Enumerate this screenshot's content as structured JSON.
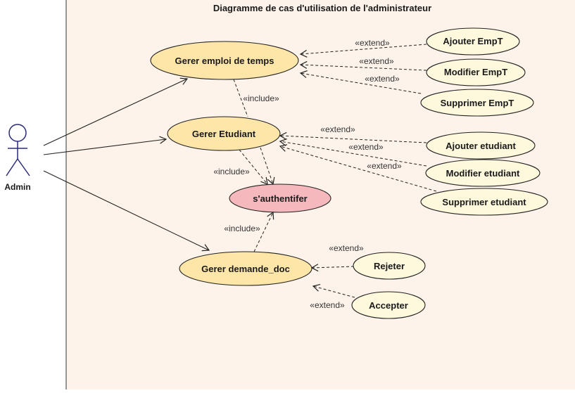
{
  "title": "Diagramme de cas d'utilisation de l'administrateur",
  "actor": {
    "name": "Admin"
  },
  "use_cases": {
    "gerer_emploi": "Gerer emploi de temps",
    "gerer_etudiant": "Gerer Etudiant",
    "authentifier": "s'authentifer",
    "gerer_demande": "Gerer demande_doc",
    "ajouter_empt": "Ajouter EmpT",
    "modifier_empt": "Modifier EmpT",
    "supprimer_empt": "Supprimer EmpT",
    "ajouter_etudiant": "Ajouter etudiant",
    "modifier_etudiant": "Modifier etudiant",
    "supprimer_etudiant": "Supprimer etudiant",
    "rejeter": "Rejeter",
    "accepter": "Accepter"
  },
  "relations": {
    "extend": "«extend»",
    "include": "«include»"
  },
  "colors": {
    "boundary_fill": "#fdf3ea",
    "main_fill": "#fde6a8",
    "secondary_fill": "#fef8dd",
    "auth_fill": "#f5b8bd",
    "stroke": "#222222",
    "actor_stroke": "#2b2b7a"
  }
}
